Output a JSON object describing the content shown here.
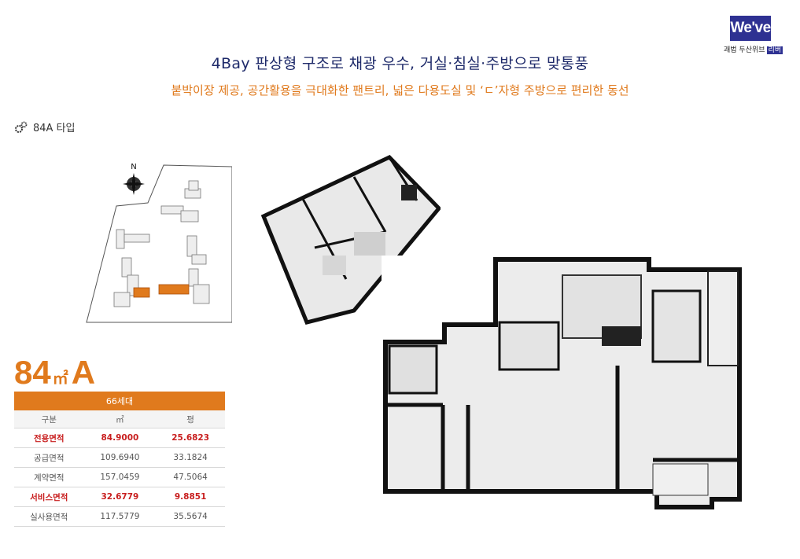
{
  "logo": {
    "brand": "We've",
    "sub": "괘법 두산위브",
    "tag": "리버"
  },
  "headline": "4Bay 판상형 구조로 채광 우수, 거실·침실·주방으로 맞통풍",
  "subline": "붙박이장 제공, 공간활용을 극대화한 팬트리, 넓은 다용도실 및 ‘ㄷ’자형 주방으로 편리한 동선",
  "type_label": "84A 타입",
  "compass": "N",
  "title": {
    "number": "84",
    "unit": "㎡",
    "letter": "A"
  },
  "table": {
    "households": "66세대",
    "headers": [
      "구분",
      "㎡",
      "평"
    ],
    "rows": [
      {
        "label": "전용면적",
        "m2": "84.9000",
        "py": "25.6823",
        "highlight": true
      },
      {
        "label": "공급면적",
        "m2": "109.6940",
        "py": "33.1824",
        "highlight": false
      },
      {
        "label": "계약면적",
        "m2": "157.0459",
        "py": "47.5064",
        "highlight": false
      },
      {
        "label": "서비스면적",
        "m2": "32.6779",
        "py": "9.8851",
        "highlight": true
      },
      {
        "label": "실사용면적",
        "m2": "117.5779",
        "py": "35.5674",
        "highlight": false
      }
    ]
  }
}
